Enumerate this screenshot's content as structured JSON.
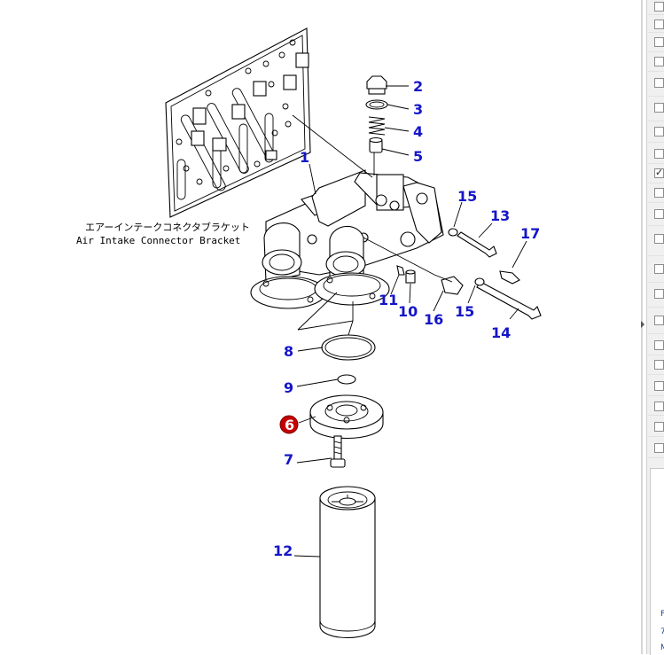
{
  "bracket_label": {
    "jp": "エアーインテークコネクタブラケット",
    "en": "Air Intake Connector Bracket"
  },
  "callouts": [
    {
      "id": "c1",
      "label": "1"
    },
    {
      "id": "c2",
      "label": "2"
    },
    {
      "id": "c3",
      "label": "3"
    },
    {
      "id": "c4",
      "label": "4"
    },
    {
      "id": "c5",
      "label": "5"
    },
    {
      "id": "c6",
      "label": "6"
    },
    {
      "id": "c7",
      "label": "7"
    },
    {
      "id": "c8",
      "label": "8"
    },
    {
      "id": "c9",
      "label": "9"
    },
    {
      "id": "c10",
      "label": "10"
    },
    {
      "id": "c11",
      "label": "11"
    },
    {
      "id": "c12",
      "label": "12"
    },
    {
      "id": "c13",
      "label": "13"
    },
    {
      "id": "c14",
      "label": "14"
    },
    {
      "id": "c15a",
      "label": "15"
    },
    {
      "id": "c15b",
      "label": "15"
    },
    {
      "id": "c16",
      "label": "16"
    },
    {
      "id": "c17",
      "label": "17"
    }
  ],
  "selected_callout": "6",
  "colors": {
    "callout": "#1515c8",
    "selected": "#c40000"
  },
  "side_panel": {
    "checked_row": 8,
    "fragments": [
      "F",
      "7",
      "M"
    ]
  }
}
